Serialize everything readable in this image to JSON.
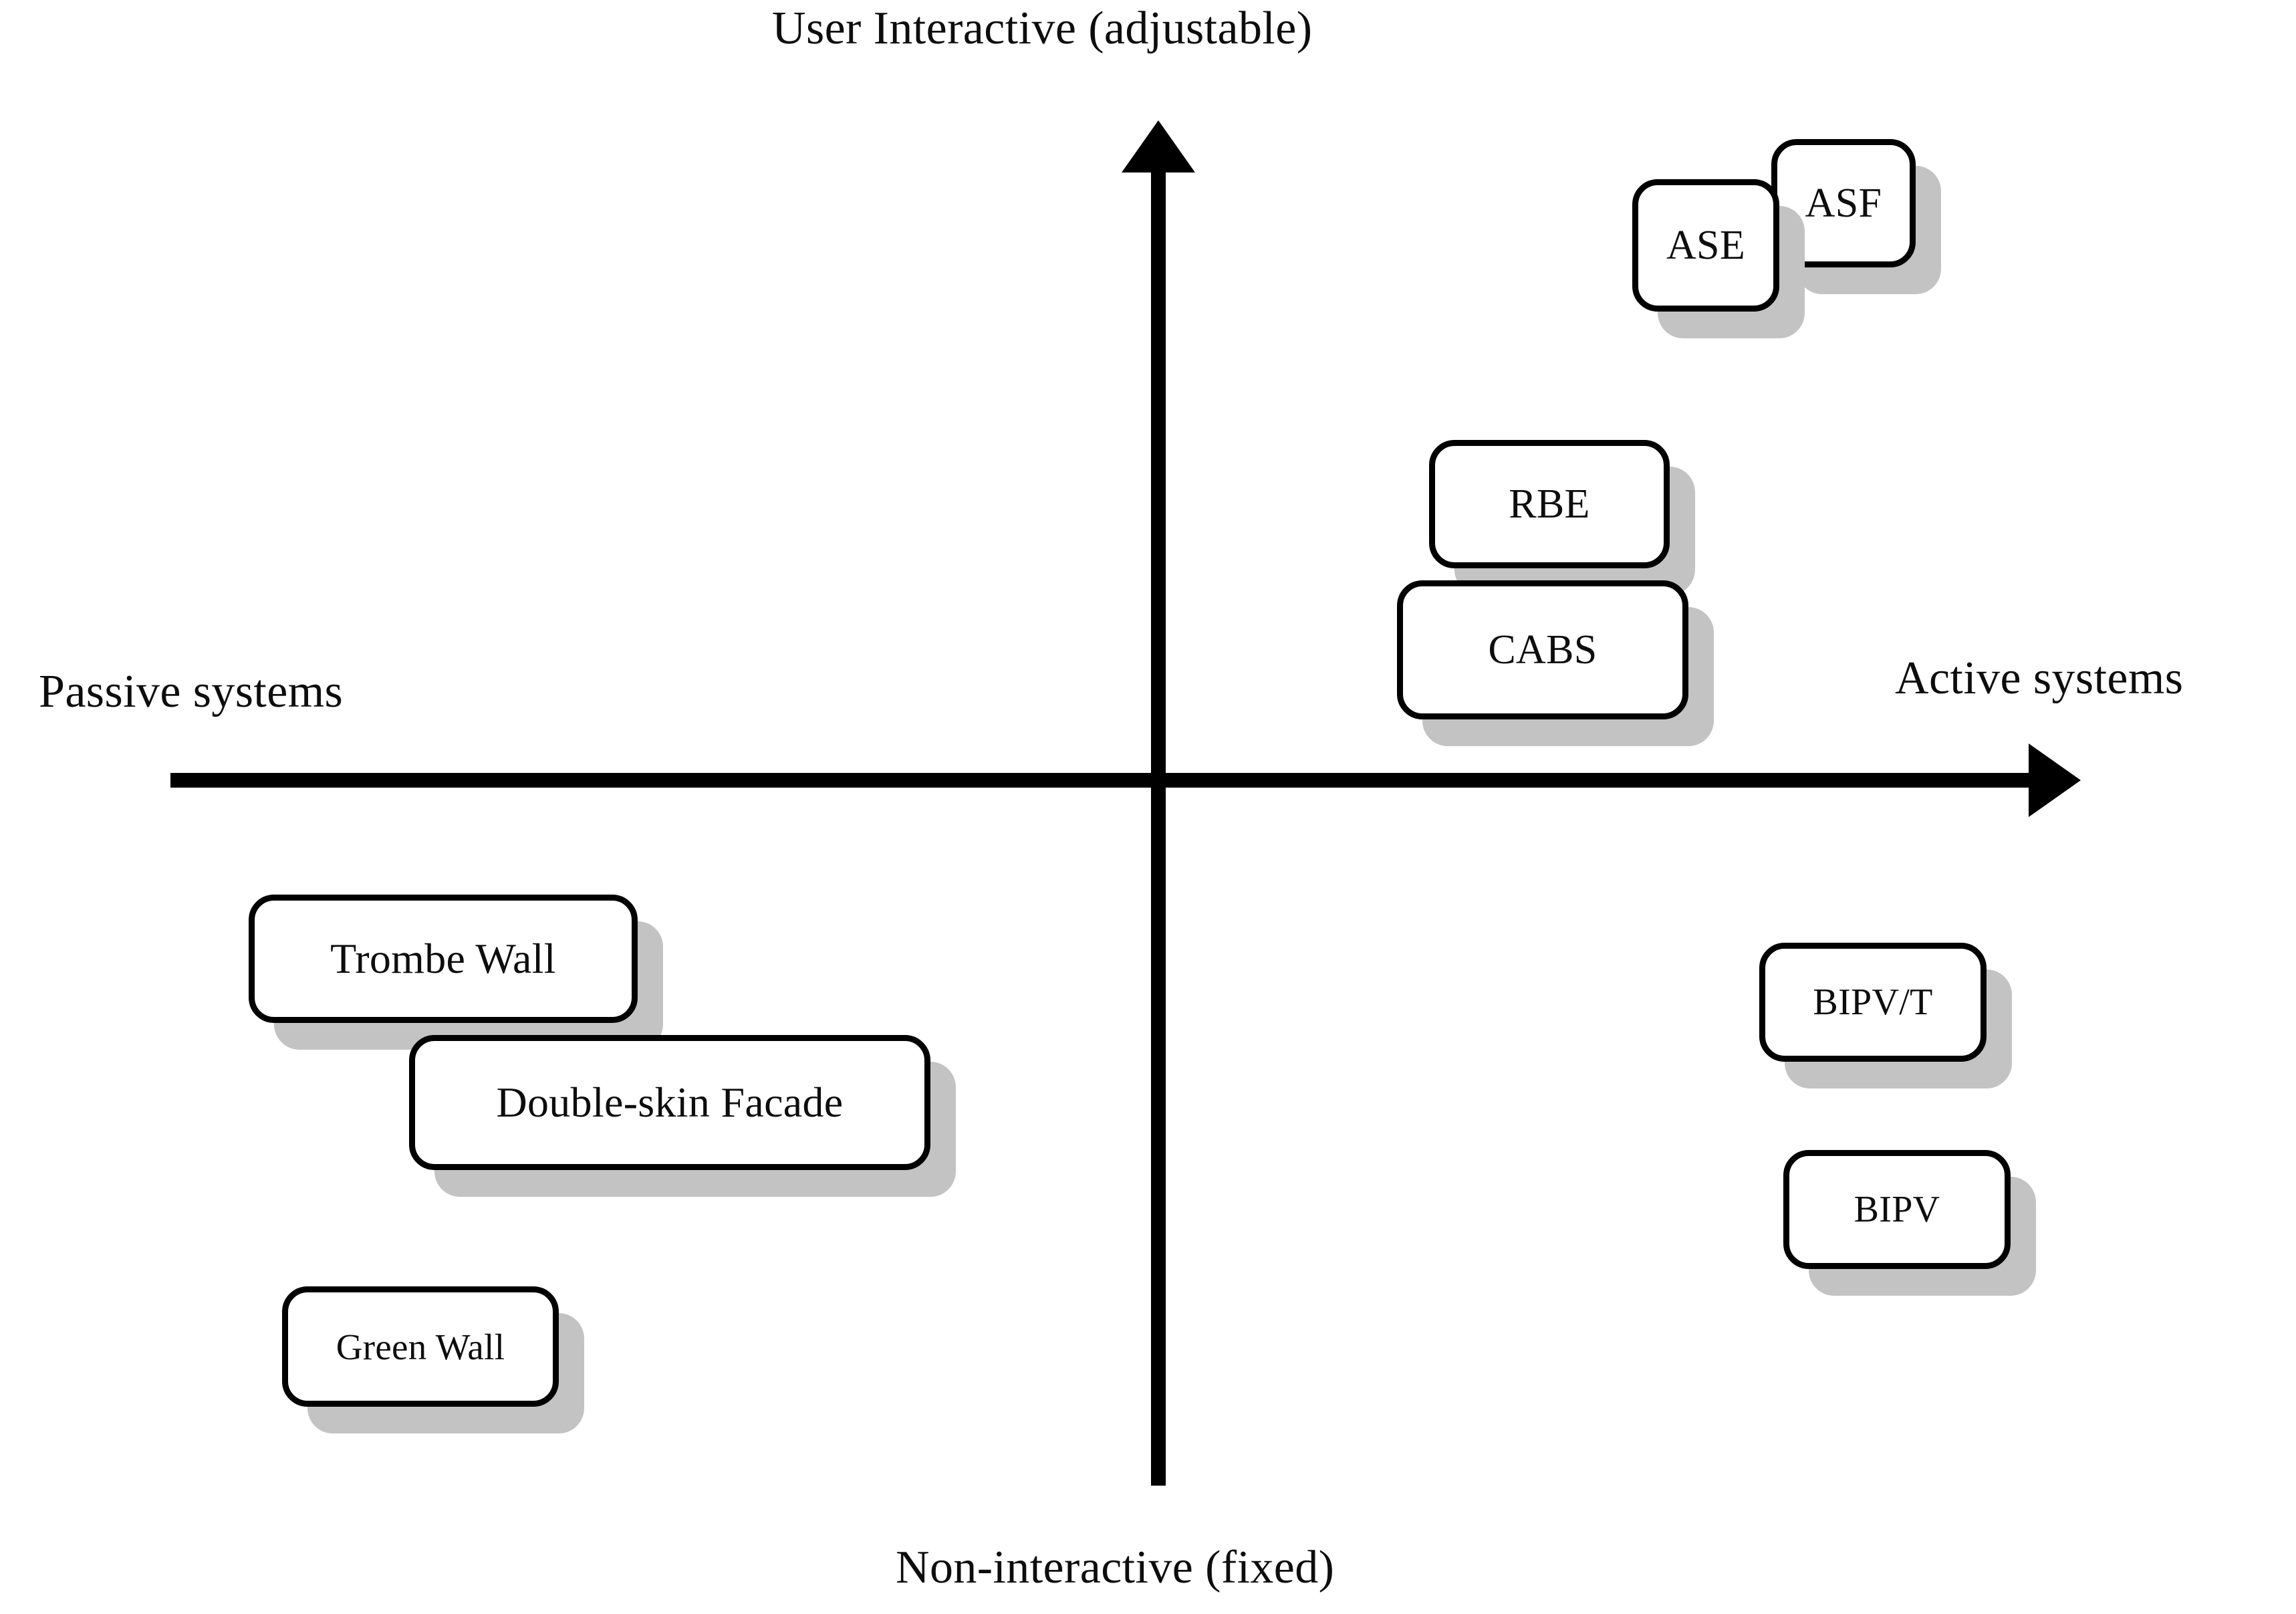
{
  "diagram": {
    "title": "Passive versus Active Building Facade Systems Quadrant Map",
    "type": "quadrant-map",
    "axes": {
      "vertical": {
        "top_label": "User Interactive (adjustable)",
        "bottom_label": "Non-interactive (fixed)",
        "arrow": "up"
      },
      "horizontal": {
        "left_label": "Passive systems",
        "right_label": "Active systems",
        "arrow": "right"
      }
    },
    "colors": {
      "axis": "#000000",
      "box_border": "#000000",
      "box_fill": "#ffffff",
      "box_shadow": "#c3c3c3",
      "text": "#0d0d0d",
      "ghost_text": "#b9b9b9",
      "background": "#ffffff"
    },
    "nodes": [
      {
        "id": "ase",
        "label": "ASE",
        "quadrant": "active-interactive"
      },
      {
        "id": "asf",
        "label": "ASF",
        "quadrant": "active-interactive"
      },
      {
        "id": "rbe",
        "label": "RBE",
        "quadrant": "active-interactive"
      },
      {
        "id": "cabs",
        "label": "CABS",
        "quadrant": "active-interactive"
      },
      {
        "id": "trombe",
        "label": "Trombe Wall",
        "quadrant": "passive-noninteractive"
      },
      {
        "id": "dsf",
        "label": "Double-skin Facade",
        "quadrant": "passive-noninteractive"
      },
      {
        "id": "green",
        "label": "Green Wall",
        "quadrant": "passive-noninteractive"
      },
      {
        "id": "bipvt",
        "label": "BIPV/T",
        "quadrant": "active-noninteractive"
      },
      {
        "id": "bipv",
        "label": "BIPV",
        "quadrant": "active-noninteractive"
      }
    ],
    "ghosts": {
      "ase": "E",
      "asf": "F",
      "green": "l",
      "bipvt": "T"
    }
  },
  "chart_data": {
    "type": "scatter",
    "title": "",
    "xlabel": "Passive systems ↔ Active systems",
    "ylabel": "Non-interactive (fixed) ↔ User Interactive (adjustable)",
    "xlim": [
      -1,
      1
    ],
    "ylim": [
      -1,
      1
    ],
    "grid": false,
    "legend": "none",
    "annotations": [
      {
        "label": "ASE",
        "x": 0.55,
        "y": 0.78
      },
      {
        "label": "ASF",
        "x": 0.7,
        "y": 0.84
      },
      {
        "label": "RBE",
        "x": 0.35,
        "y": 0.44
      },
      {
        "label": "CABS",
        "x": 0.32,
        "y": 0.26
      },
      {
        "label": "Trombe Wall",
        "x": -0.72,
        "y": -0.21
      },
      {
        "label": "Double-skin Facade",
        "x": -0.53,
        "y": -0.4
      },
      {
        "label": "Green Wall",
        "x": -0.73,
        "y": -0.73
      },
      {
        "label": "BIPV/T",
        "x": 0.7,
        "y": -0.28
      },
      {
        "label": "BIPV",
        "x": 0.73,
        "y": -0.57
      }
    ]
  }
}
